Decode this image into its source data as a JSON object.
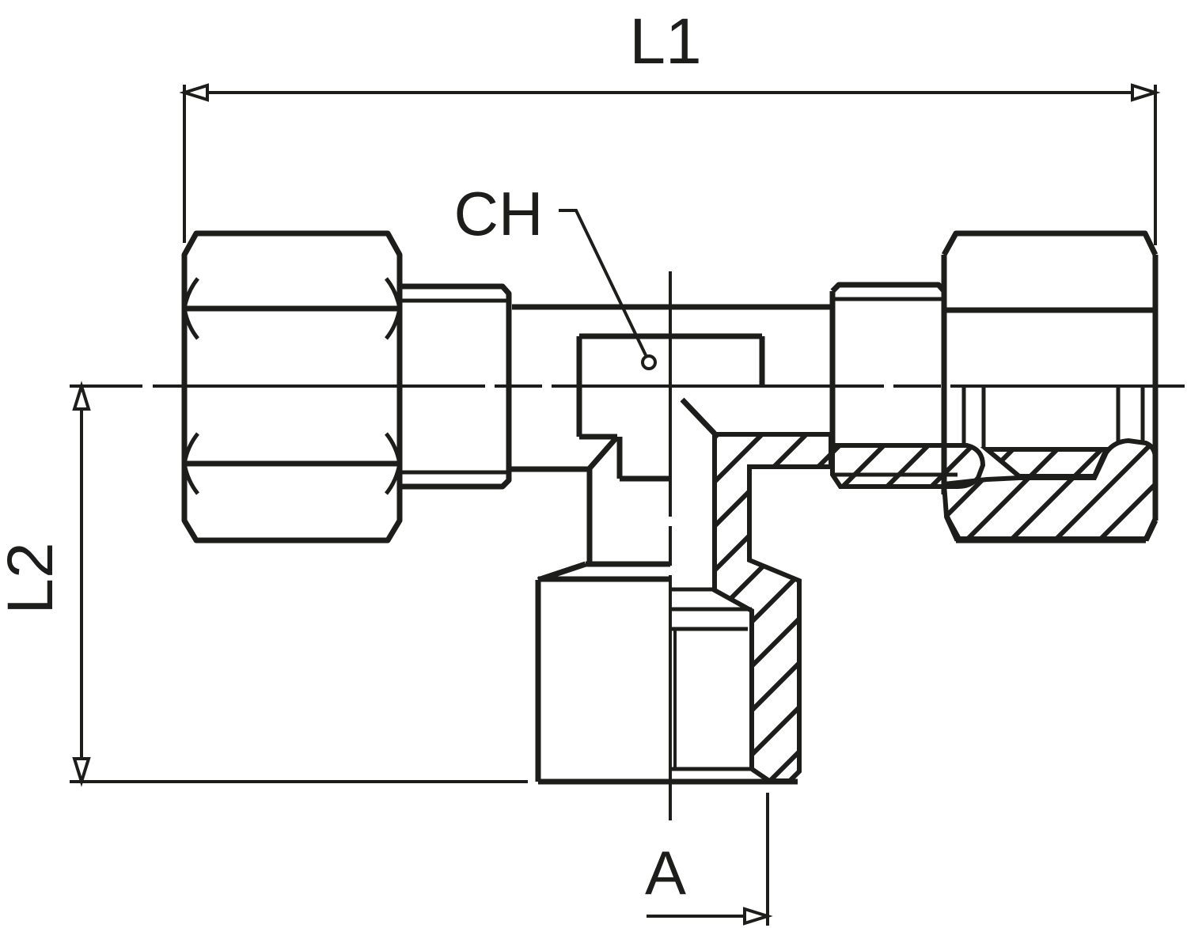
{
  "drawing": {
    "type": "technical-drawing",
    "description": "Tee compression fitting, half-section side view",
    "labels": {
      "l1": "L1",
      "l2": "L2",
      "ch": "CH",
      "a": "A"
    },
    "colors": {
      "ink": "#1d1d1b",
      "background": "#ffffff"
    }
  }
}
